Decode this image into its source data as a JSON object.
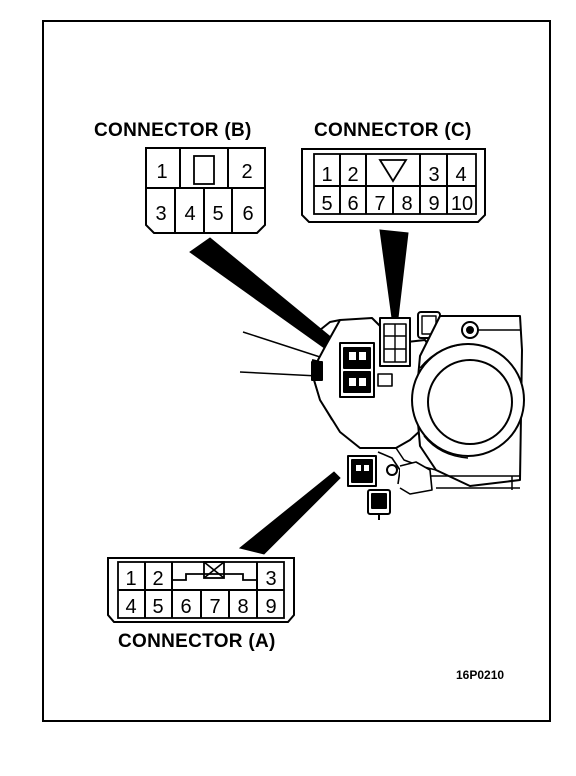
{
  "connector_b": {
    "label": "CONNECTOR (B)",
    "top_pins": [
      "1",
      "2"
    ],
    "bottom_pins": [
      "3",
      "4",
      "5",
      "6"
    ]
  },
  "connector_c": {
    "label": "CONNECTOR (C)",
    "top_pins": [
      "1",
      "2",
      "3",
      "4"
    ],
    "bottom_pins": [
      "5",
      "6",
      "7",
      "8",
      "9",
      "10"
    ]
  },
  "connector_a": {
    "label": "CONNECTOR (A)",
    "top_pins": [
      "1",
      "2",
      "3"
    ],
    "bottom_pins": [
      "4",
      "5",
      "6",
      "7",
      "8",
      "9"
    ]
  },
  "figure_code": "16P0210"
}
